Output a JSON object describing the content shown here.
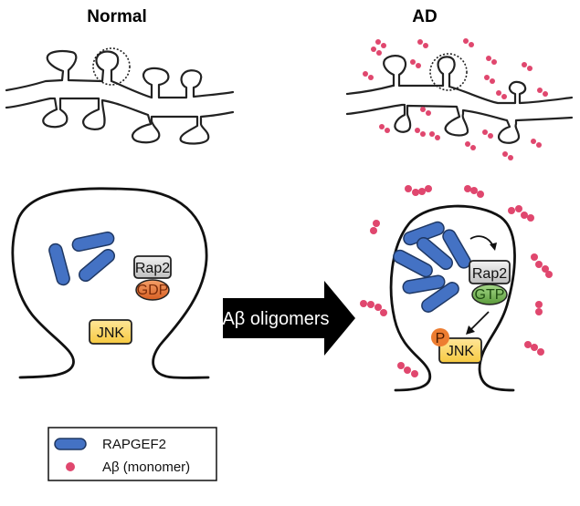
{
  "panels": {
    "normal": {
      "title": "Normal",
      "rap2": "Rap2",
      "nucleotide": "GDP",
      "jnk": "JNK"
    },
    "ad": {
      "title": "AD",
      "rap2": "Rap2",
      "nucleotide": "GTP",
      "jnk": "JNK",
      "phospho": "P"
    }
  },
  "transition_arrow": {
    "label": "Aβ oligomers"
  },
  "legend": {
    "items": [
      {
        "label": "RAPGEF2",
        "symbol": "blue-rod"
      },
      {
        "label": "Aβ (monomer)",
        "symbol": "pink-dot"
      }
    ]
  },
  "colors": {
    "rapgef2_fill": "#4472C4",
    "rapgef2_stroke": "#1F3864",
    "abeta": "#E0476E",
    "rap2_fill": "#D9D9D9",
    "gdp_fill": "#E8763A",
    "gtp_fill": "#70AD47",
    "jnk_fill": "#FFD966",
    "phospho_fill": "#ED7D31"
  }
}
